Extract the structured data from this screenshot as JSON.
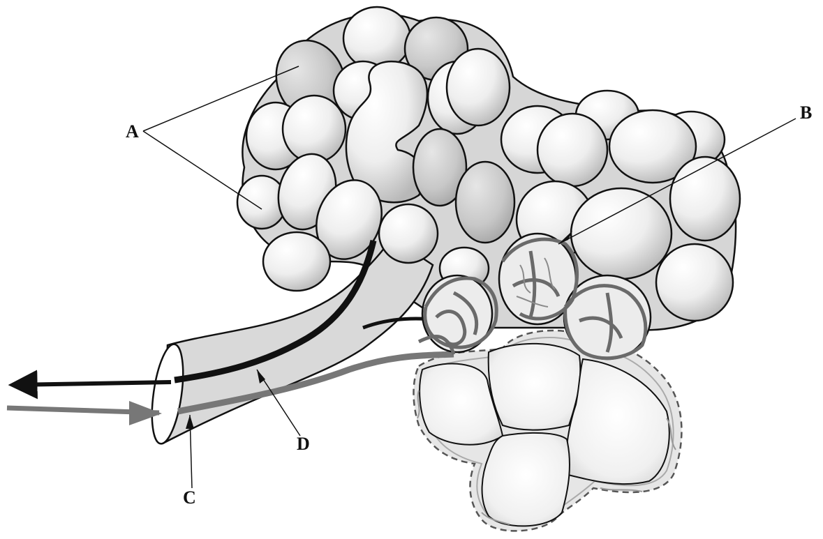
{
  "labels": {
    "a": "A",
    "b": "B",
    "c": "C",
    "d": "D"
  },
  "colors": {
    "background": "#ffffff",
    "outline": "#111111",
    "alveolus_fill": "#f2f2f2",
    "alveolus_shade": "#bdbdbd",
    "capillary": "#6e6e6e",
    "vessel_dark": "#111111",
    "vessel_grey": "#7a7a7a",
    "cutaway_dash": "#555555"
  }
}
